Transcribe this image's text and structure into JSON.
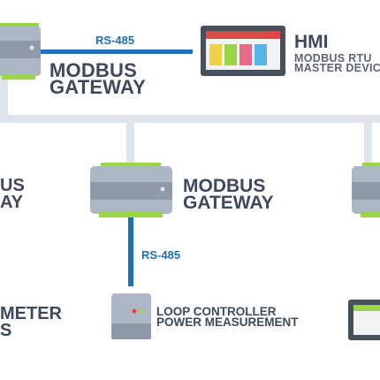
{
  "colors": {
    "bus_blue": "#1d6fb8",
    "trunk_gray": "#dfe3ea",
    "device_gray": "#aeb7c5",
    "device_dark": "#8f99aa",
    "accent_green": "#9bd34a",
    "hmi_frame": "#47505c",
    "hmi_red": "#e04848",
    "label_text": "#3d4a5c"
  },
  "icons": [
    "gateway-device-icon",
    "hmi-screen-icon",
    "loop-controller-icon"
  ],
  "top_gateway": {
    "line1": "MODBUS",
    "line2": "GATEWAY"
  },
  "top_link": {
    "label": "RS-485"
  },
  "hmi": {
    "title": "HMI",
    "sub1": "MODBUS RTU",
    "sub2": "MASTER DEVIC"
  },
  "left_partial": {
    "line1": "US",
    "line2": "AY"
  },
  "center_gateway": {
    "line1": "MODBUS",
    "line2": "GATEWAY"
  },
  "center_link": {
    "label": "RS-485"
  },
  "loop_controller": {
    "line1": "LOOP CONTROLLER",
    "line2": "POWER MEASUREMENT"
  },
  "meter_partial": {
    "line1": "METER",
    "line2": "S"
  }
}
